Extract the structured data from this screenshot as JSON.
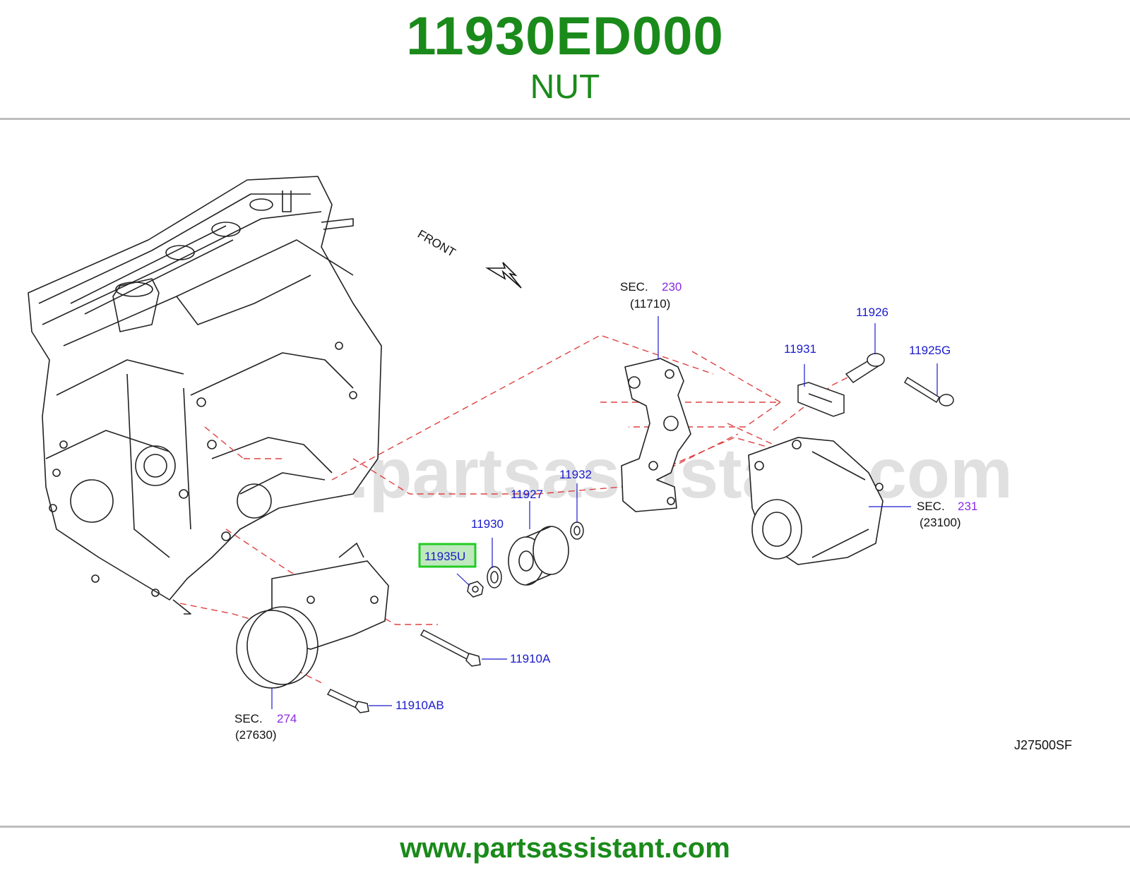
{
  "header": {
    "part_number": "11930ED000",
    "part_name": "NUT"
  },
  "diagram": {
    "front_label": "FRONT",
    "watermark": "www.partsassistant.com",
    "diagram_code": "J27500SF",
    "highlighted_part": "11935U",
    "sec_prefix": "SEC.",
    "parts": {
      "p11930": "11930",
      "p11927": "11927",
      "p11932": "11932",
      "p11931": "11931",
      "p11926": "11926",
      "p11925G": "11925G",
      "p11910A": "11910A",
      "p11910AB": "11910AB"
    },
    "sections": {
      "s230": {
        "num": "230",
        "ref": "(11710)"
      },
      "s231": {
        "num": "231",
        "ref": "(23100)"
      },
      "s274": {
        "num": "274",
        "ref": "(27630)"
      }
    },
    "colors": {
      "highlight_border": "#22cc22",
      "highlight_fill": "#bfe8bf",
      "dashed_leader": "#e04040",
      "part_label": "#1a1acc",
      "section_number": "#8a2be2"
    }
  },
  "footer": {
    "url": "www.partsassistant.com"
  }
}
